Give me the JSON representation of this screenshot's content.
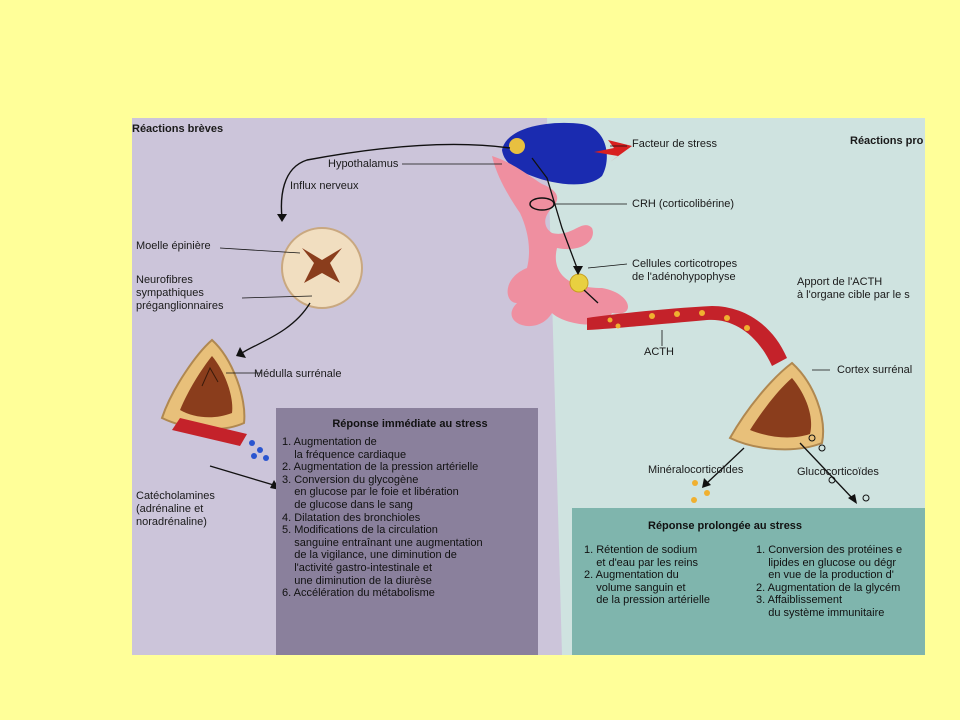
{
  "headers": {
    "left": "Réactions brèves",
    "right": "Réactions pro"
  },
  "labels": {
    "stress_factor": "Facteur de stress",
    "hypothalamus": "Hypothalamus",
    "nerve_influx": "Influx nerveux",
    "crh": "CRH (corticolibérine)",
    "spinal_cord": "Moelle épinière",
    "neurofibres": [
      "Neurofibres",
      "sympathiques",
      "préganglionnaires"
    ],
    "corticotropic_cells": [
      "Cellules corticotropes",
      "de l'adénohypophyse"
    ],
    "acth_transport": [
      "Apport de l'ACTH",
      "à l'organe cible par le s"
    ],
    "acth": "ACTH",
    "adrenal_medulla": "Médulla surrénale",
    "adrenal_cortex": "Cortex surrénal",
    "mineralocorticoids": "Minéralocorticoïdes",
    "glucocorticoids": "Glucocorticoïdes",
    "catecholamines": [
      "Catécholamines",
      "(adrénaline et",
      "noradrénaline)"
    ]
  },
  "immediate_box": {
    "title": "Réponse immédiate au stress",
    "lines": [
      "1. Augmentation de",
      "    la fréquence cardiaque",
      "2. Augmentation de la pression artérielle",
      "3. Conversion du glycogène",
      "    en glucose par le foie et libération",
      "    de glucose dans le sang",
      "4. Dilatation des bronchioles",
      "5. Modifications de la circulation",
      "    sanguine entraînant une augmentation",
      "    de la vigilance, une diminution de",
      "    l'activité gastro-intestinale et",
      "    une diminution de la diurèse",
      "6. Accélération du métabolisme"
    ]
  },
  "prolonged_box": {
    "title": "Réponse prolongée au stress",
    "left_lines": [
      "1. Rétention de sodium",
      "    et d'eau par les reins",
      "2. Augmentation du",
      "    volume sanguin et",
      "    de la pression artérielle"
    ],
    "right_lines": [
      "1. Conversion des protéines e",
      "    lipides en glucose ou dégr",
      "    en vue de la production d'",
      "2. Augmentation de la glycém",
      "3. Affaiblissement",
      "    du système immunitaire"
    ]
  },
  "colors": {
    "page_bg": "#ffff99",
    "left_panel": "#ccc5da",
    "right_panel": "#cfe3e0",
    "immediate_box": "#8a809c",
    "prolonged_box": "#7fb5ad",
    "hypothalamus": "#1a2bb0",
    "pituitary": "#ef8fa0",
    "blood_vessel": "#c4222a",
    "adrenal_outer": "#e8c07a",
    "adrenal_inner": "#8a3d1c"
  }
}
